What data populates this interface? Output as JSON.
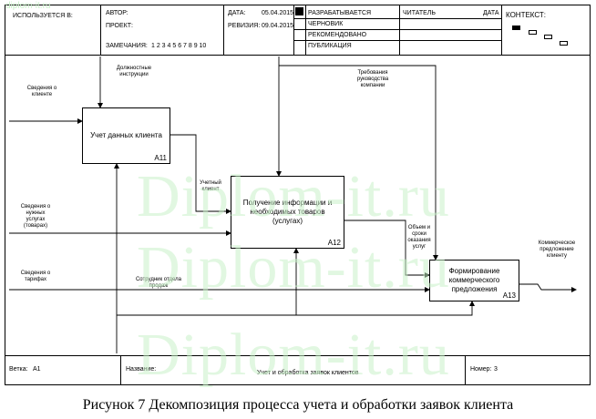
{
  "site_watermark": "diplom-it.ru",
  "watermark_text": "Diplom-it.ru",
  "header": {
    "used_in": "ИСПОЛЬЗУЕТСЯ В:",
    "author_label": "АВТОР:",
    "project_label": "ПРОЕКТ:",
    "date_label": "ДАТА:",
    "date_value": "05.04.2015",
    "revision_label": "РЕВИЗИЯ:",
    "revision_value": "09.04.2015",
    "notes_label": "ЗАМЕЧАНИЯ:",
    "notes_numbers": "1  2  3  4  5  6  7  8  9  10",
    "status": [
      "РАЗРАБАТЫВАЕТСЯ",
      "ЧЕРНОВИК",
      "РЕКОМЕНДОВАНО",
      "ПУБЛИКАЦИЯ"
    ],
    "reader_label": "ЧИТАТЕЛЬ",
    "reader_date_label": "ДАТА",
    "context_label": "КОНТЕКСТ:"
  },
  "boxes": [
    {
      "title": "Учет данных клиента",
      "number": "A11"
    },
    {
      "title": "Получение информации и необходимых товаров (услугах)",
      "number": "A12"
    },
    {
      "title": "Формирование коммерческого предложения",
      "number": "A13"
    }
  ],
  "arrow_labels": {
    "client_info": "Сведения о клиенте",
    "job_instructions": "Должностные инструкции",
    "company_requirements": "Требования руководства компании",
    "client_record": "Учетный клиент",
    "needed_services": "Сведения о нужных услугах (товарах)",
    "tariffs": "Сведения о тарифах",
    "sales_staff": "Сотрудник отдела продаж",
    "volume_terms": "Объем и сроки оказания услуг",
    "commercial_offer": "Коммерческое предложение клиенту"
  },
  "footer": {
    "node_label": "Ветка:",
    "node_value": "A1",
    "name_label": "Название:",
    "name_value": "Учет и обработка заявок клиентов",
    "number_label": "Номер:",
    "number_value": "3"
  },
  "caption": "Рисунок 7 Декомпозиция процесса учета и обработки заявок клиента"
}
